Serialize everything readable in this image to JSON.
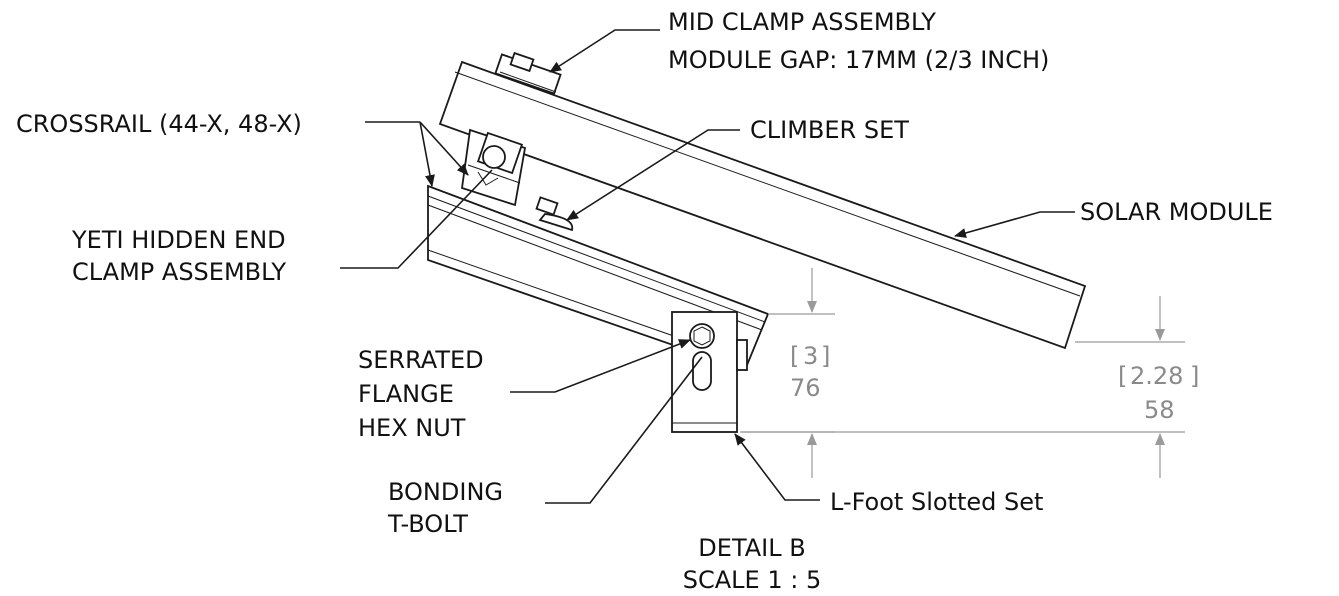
{
  "labels": {
    "mid_clamp_line1": "MID CLAMP ASSEMBLY",
    "mid_clamp_line2": "MODULE GAP: 17MM (2/3 INCH)",
    "crossrail": "CROSSRAIL (44-X, 48-X)",
    "climber_set": "CLIMBER SET",
    "solar_module": "SOLAR MODULE",
    "yeti_line1": "YETI HIDDEN END",
    "yeti_line2": "CLAMP ASSEMBLY",
    "nut_line1": "SERRATED",
    "nut_line2": "FLANGE",
    "nut_line3": "HEX NUT",
    "bolt_line1": "BONDING",
    "bolt_line2": "T-BOLT",
    "lfoot": "L-Foot Slotted Set",
    "detail_line1": "DETAIL B",
    "detail_line2": "SCALE 1 : 5"
  },
  "dimensions": {
    "left_inch": "3",
    "left_mm": "76",
    "right_inch": "2.28",
    "right_mm": "58"
  }
}
